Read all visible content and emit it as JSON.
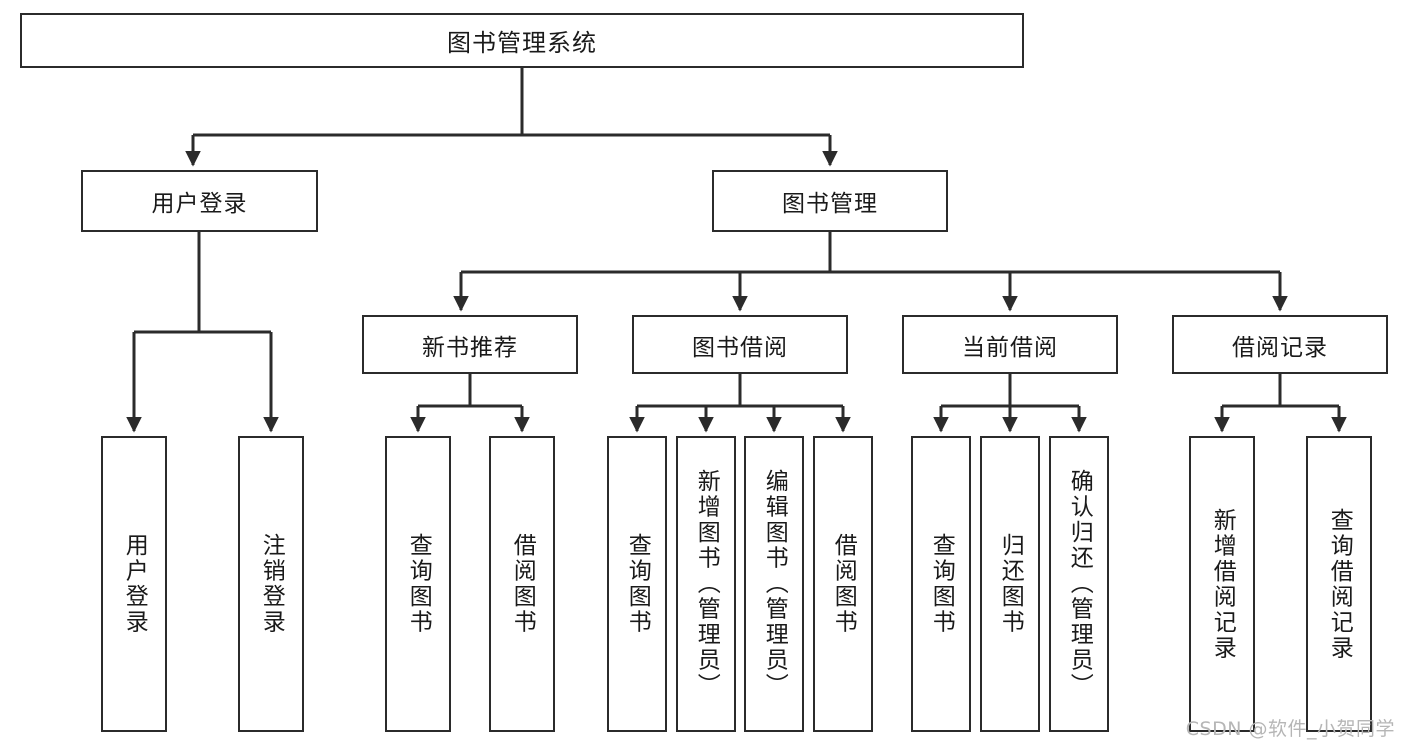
{
  "diagram": {
    "title": "图书管理系统",
    "type": "tree-hierarchy-diagram",
    "colors": {
      "box_border": "#2b2b2b",
      "box_fill": "#ffffff",
      "connector": "#2b2b2b",
      "text": "#1a1a1a",
      "watermark": "#b6b6b6",
      "background": "#ffffff"
    }
  },
  "root": {
    "label": "图书管理系统"
  },
  "level2": [
    {
      "id": "user-login",
      "label": "用户登录"
    },
    {
      "id": "book-management",
      "label": "图书管理"
    }
  ],
  "level3": [
    {
      "id": "new-book-recommend",
      "label": "新书推荐",
      "parent": "book-management"
    },
    {
      "id": "book-borrow",
      "label": "图书借阅",
      "parent": "book-management"
    },
    {
      "id": "current-borrow",
      "label": "当前借阅",
      "parent": "book-management"
    },
    {
      "id": "borrow-record",
      "label": "借阅记录",
      "parent": "book-management"
    }
  ],
  "leaves": {
    "user_login": [
      {
        "id": "leaf-user-login",
        "label": "用户登录"
      },
      {
        "id": "leaf-logout",
        "label": "注销登录"
      }
    ],
    "new_book_recommend": [
      {
        "id": "leaf-query-book-1",
        "label": "查询图书"
      },
      {
        "id": "leaf-borrow-book-1",
        "label": "借阅图书"
      }
    ],
    "book_borrow": [
      {
        "id": "leaf-query-book-2",
        "label": "查询图书"
      },
      {
        "id": "leaf-add-book",
        "label": "新增图书（管理员）"
      },
      {
        "id": "leaf-edit-book",
        "label": "编辑图书（管理员）"
      },
      {
        "id": "leaf-borrow-book-2",
        "label": "借阅图书"
      }
    ],
    "current_borrow": [
      {
        "id": "leaf-query-book-3",
        "label": "查询图书"
      },
      {
        "id": "leaf-return-book",
        "label": "归还图书"
      },
      {
        "id": "leaf-confirm-return",
        "label": "确认归还（管理员）"
      }
    ],
    "borrow_record": [
      {
        "id": "leaf-add-record",
        "label": "新增借阅记录"
      },
      {
        "id": "leaf-query-record",
        "label": "查询借阅记录"
      }
    ]
  },
  "watermark": {
    "text": "CSDN @软件_小贺同学"
  }
}
